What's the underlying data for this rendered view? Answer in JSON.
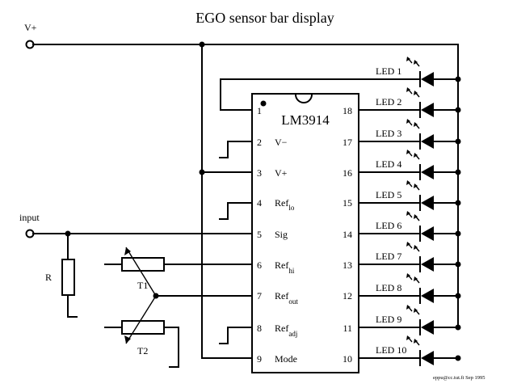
{
  "title": "EGO sensor bar display",
  "vplus_label": "V+",
  "input_label": "input",
  "chip": {
    "name": "LM3914",
    "left_pins": [
      {
        "num": "1",
        "name": ""
      },
      {
        "num": "2",
        "name": "V−"
      },
      {
        "num": "3",
        "name": "V+"
      },
      {
        "num": "4",
        "name": "Ref",
        "sub": "lo"
      },
      {
        "num": "5",
        "name": "Sig"
      },
      {
        "num": "6",
        "name": "Ref",
        "sub": "hi"
      },
      {
        "num": "7",
        "name": "Ref",
        "sub": "out"
      },
      {
        "num": "8",
        "name": "Ref",
        "sub": "adj"
      },
      {
        "num": "9",
        "name": "Mode"
      }
    ],
    "right_pins": [
      "18",
      "17",
      "16",
      "15",
      "14",
      "13",
      "12",
      "11",
      "10"
    ]
  },
  "leds": [
    "LED 1",
    "LED 2",
    "LED 3",
    "LED 4",
    "LED 5",
    "LED 6",
    "LED 7",
    "LED 8",
    "LED 9",
    "LED 10"
  ],
  "components": {
    "r": "R",
    "t1": "T1",
    "t2": "T2"
  },
  "credit": "eppu@cc.tut.fi Sep 1995"
}
